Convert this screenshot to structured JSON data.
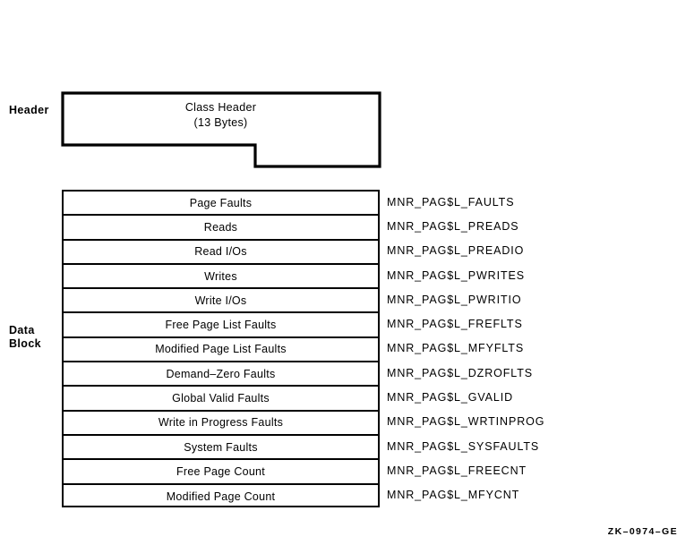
{
  "figure": {
    "caption_id": "ZK–0974–GE"
  },
  "sections": {
    "header_label": "Header",
    "data_block_label": "Data\nBlock"
  },
  "header_block": {
    "title": "Class Header",
    "size": "(13 Bytes)"
  },
  "data_block": {
    "rows": [
      {
        "label": "Page Faults",
        "field": "MNR_PAG$L_FAULTS"
      },
      {
        "label": "Reads",
        "field": "MNR_PAG$L_PREADS"
      },
      {
        "label": "Read I/Os",
        "field": "MNR_PAG$L_PREADIO"
      },
      {
        "label": "Writes",
        "field": "MNR_PAG$L_PWRITES"
      },
      {
        "label": "Write I/Os",
        "field": "MNR_PAG$L_PWRITIO"
      },
      {
        "label": "Free Page List Faults",
        "field": "MNR_PAG$L_FREFLTS"
      },
      {
        "label": "Modified Page List Faults",
        "field": "MNR_PAG$L_MFYFLTS"
      },
      {
        "label": "Demand–Zero Faults",
        "field": "MNR_PAG$L_DZROFLTS"
      },
      {
        "label": "Global Valid Faults",
        "field": "MNR_PAG$L_GVALID"
      },
      {
        "label": "Write in Progress Faults",
        "field": "MNR_PAG$L_WRTINPROG"
      },
      {
        "label": "System Faults",
        "field": "MNR_PAG$L_SYSFAULTS"
      },
      {
        "label": "Free Page Count",
        "field": "MNR_PAG$L_FREECNT"
      },
      {
        "label": "Modified Page Count",
        "field": "MNR_PAG$L_MFYCNT"
      }
    ]
  },
  "colors": {
    "stroke": "#000000",
    "background": "#ffffff",
    "text": "#000000"
  }
}
